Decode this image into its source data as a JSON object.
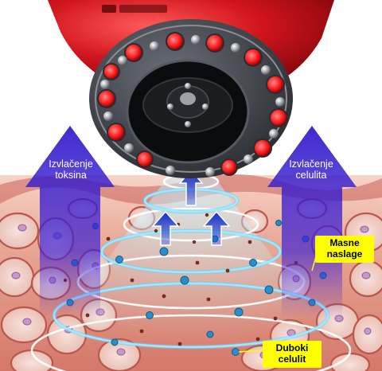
{
  "labels": {
    "left_arrow": "Izvlačenje\ntoksina",
    "right_arrow": "Izvlačenje\ncelulita",
    "fat_deposits": "Masne\nnaslage",
    "deep_cellulite": "Duboki\ncelulit"
  },
  "colors": {
    "device_red": "#d0141c",
    "suction_ring": "#3a3d44",
    "red_led": "#ff1e1e",
    "arrow_blue": "#3b1fd6",
    "tissue": "#e6a08e",
    "wave_cyan": "#9fe8ff",
    "tag_yellow": "#ffff00"
  },
  "icons": [
    "suction-device-icon",
    "up-arrow-icon",
    "fat-cell-icon",
    "toxin-particle-icon"
  ]
}
